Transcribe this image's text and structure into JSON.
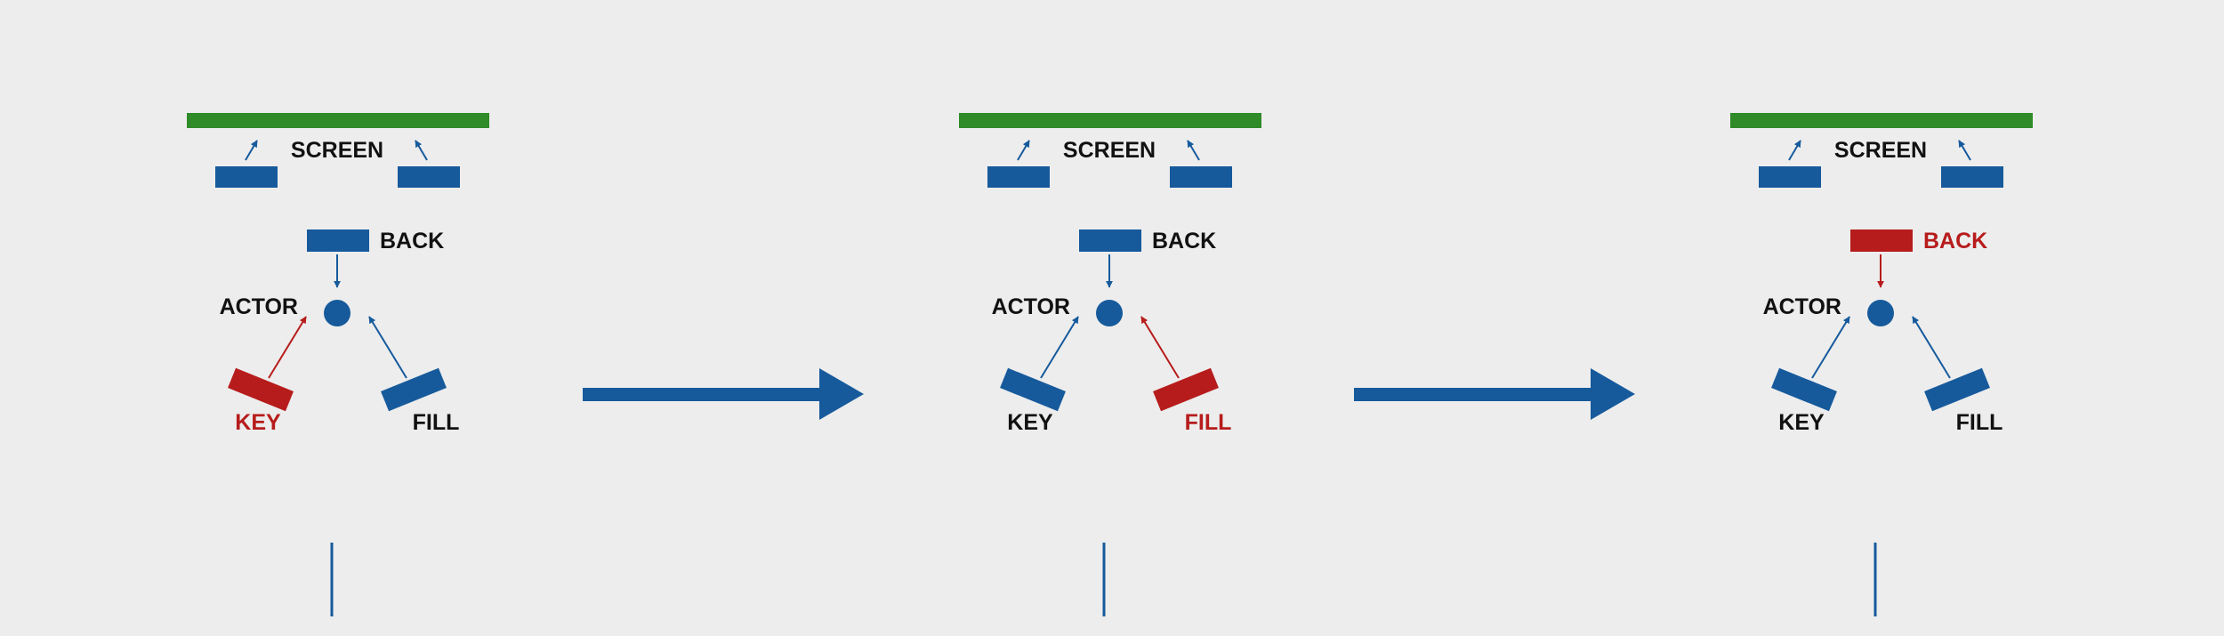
{
  "colors": {
    "background": "#ededed",
    "blue": "#165a9c",
    "red": "#b71c1c",
    "green": "#2e8b27",
    "text": "#111111"
  },
  "panels": [
    {
      "screen_label": "SCREEN",
      "back_label": "BACK",
      "actor_label": "ACTOR",
      "key_label": "KEY",
      "fill_label": "FILL",
      "highlight": "key"
    },
    {
      "screen_label": "SCREEN",
      "back_label": "BACK",
      "actor_label": "ACTOR",
      "key_label": "KEY",
      "fill_label": "FILL",
      "highlight": "fill"
    },
    {
      "screen_label": "SCREEN",
      "back_label": "BACK",
      "actor_label": "ACTOR",
      "key_label": "KEY",
      "fill_label": "FILL",
      "highlight": "back"
    }
  ],
  "transitions": [
    {
      "from": 0,
      "to": 1,
      "icon": "right-arrow-icon"
    },
    {
      "from": 1,
      "to": 2,
      "icon": "right-arrow-icon"
    }
  ]
}
